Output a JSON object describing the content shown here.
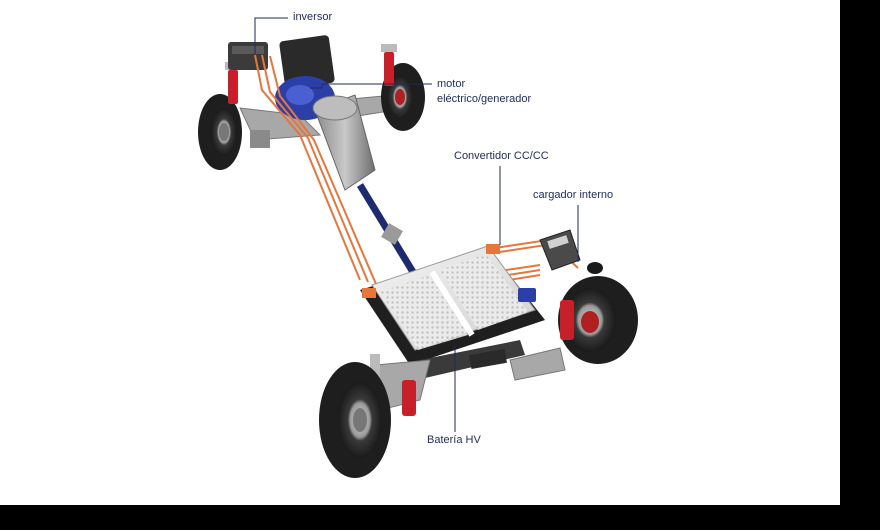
{
  "labels": {
    "inverter": "inversor",
    "motor_line1": "motor",
    "motor_line2": "eléctrico/generador",
    "dcdc": "Convertidor CC/CC",
    "charger": "cargador interno",
    "battery": "Batería HV"
  },
  "colors": {
    "background": "#ffffff",
    "frame": "#000000",
    "leader_line": "#1f2a5a",
    "label_text": "#1f2a5a",
    "hv_cable": "#e8753a",
    "tire": "#2a2a2a",
    "suspension_spring": "#c8202a",
    "motor_body": "#2c3fa8",
    "battery_pack": "#e8e8e8"
  }
}
